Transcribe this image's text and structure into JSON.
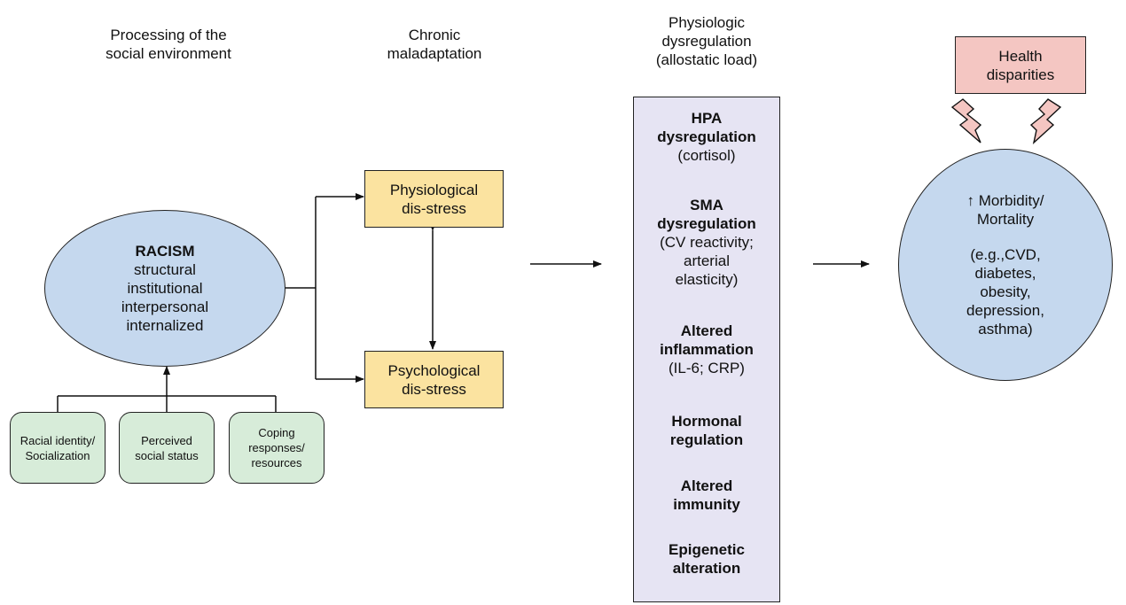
{
  "headers": {
    "processing": [
      "Processing of the",
      "social environment"
    ],
    "chronic": [
      "Chronic",
      "maladaptation"
    ],
    "physiologic": [
      "Physiologic",
      "dysregulation",
      "(allostatic load)"
    ]
  },
  "racism": {
    "title": "RACISM",
    "lines": [
      "structural",
      "institutional",
      "interpersonal",
      "internalized"
    ]
  },
  "moderators": [
    [
      "Racial identity/",
      "Socialization"
    ],
    [
      "Perceived",
      "social status"
    ],
    [
      "Coping",
      "responses/",
      "resources"
    ]
  ],
  "distress": {
    "physiological": [
      "Physiological",
      "dis-stress"
    ],
    "psychological": [
      "Psychological",
      "dis-stress"
    ]
  },
  "dysregulation": [
    {
      "bold": [
        "HPA",
        "dysregulation"
      ],
      "normal": [
        "(cortisol)"
      ]
    },
    {
      "bold": [
        "SMA",
        "dysregulation"
      ],
      "normal": [
        "(CV reactivity;",
        "arterial",
        "elasticity)"
      ]
    },
    {
      "bold": [
        "Altered",
        "inflammation"
      ],
      "normal": [
        "(IL-6; CRP)"
      ]
    },
    {
      "bold": [
        "Hormonal",
        "regulation"
      ],
      "normal": []
    },
    {
      "bold": [
        "Altered",
        "immunity"
      ],
      "normal": []
    },
    {
      "bold": [
        "Epigenetic",
        "alteration"
      ],
      "normal": []
    }
  ],
  "health_disparities": [
    "Health",
    "disparities"
  ],
  "outcome": {
    "lines": [
      "↑ Morbidity/",
      "Mortality"
    ],
    "examples": [
      "(e.g.,CVD,",
      "diabetes,",
      "obesity,",
      "depression,",
      "asthma)"
    ]
  },
  "colors": {
    "ellipse": "#c5d8ee",
    "yellow_box": "#fbe3a0",
    "green_box": "#d7ecd9",
    "purple_box": "#e6e4f3",
    "pink_box": "#f4c6c2"
  }
}
